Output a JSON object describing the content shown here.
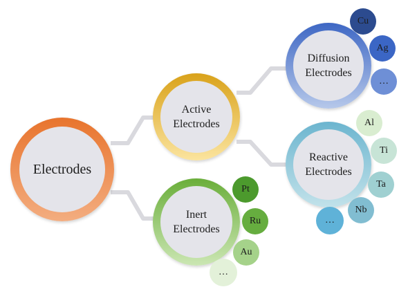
{
  "diagram": {
    "root": {
      "lines": [
        "Electrodes"
      ],
      "color_outer": "#e8742d",
      "color_inner": "#f3ad80"
    },
    "branches": [
      {
        "id": "active",
        "lines": [
          "Active",
          "Electrodes"
        ],
        "color_outer": "#d9a21a",
        "color_inner": "#fbe49f",
        "children": [
          {
            "id": "diffusion",
            "lines": [
              "Diffusion",
              "Electrodes"
            ],
            "color_outer": "#3e67c4",
            "color_inner": "#b6c8ea",
            "tags": [
              "Cu",
              "Ag",
              "…"
            ]
          },
          {
            "id": "reactive",
            "lines": [
              "Reactive",
              "Electrodes"
            ],
            "color_outer": "#6cb5cf",
            "color_inner": "#c2e2ea",
            "tags": [
              "Al",
              "Ti",
              "Ta",
              "Nb",
              "…"
            ]
          }
        ]
      },
      {
        "id": "inert",
        "lines": [
          "Inert",
          "Electrodes"
        ],
        "color_outer": "#6aae3a",
        "color_inner": "#cbe6b3",
        "tags": [
          "Pt",
          "Ru",
          "Au",
          "…"
        ]
      }
    ],
    "connector_color": "#d9d9de",
    "core_fill": "#e4e4ea"
  }
}
